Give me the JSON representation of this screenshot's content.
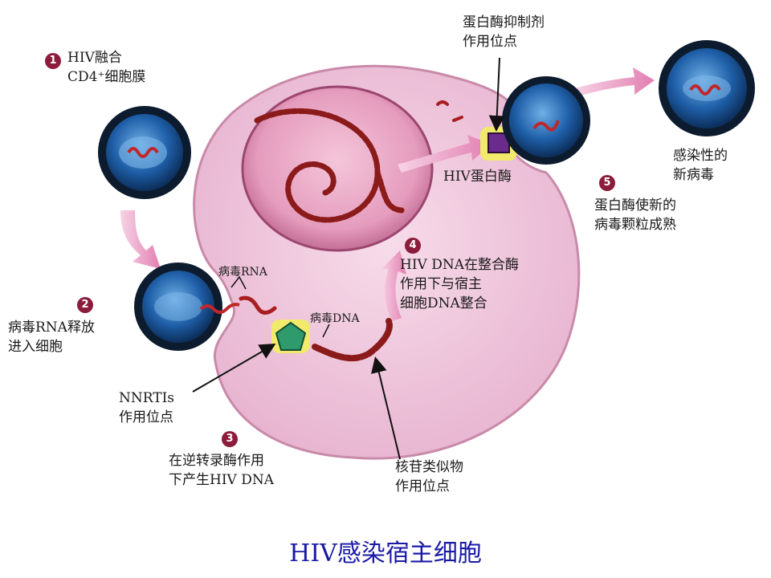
{
  "caption": "HIV感染宿主细胞",
  "steps": [
    {
      "num": "1",
      "text": "HIV融合\nCD4⁺细胞膜"
    },
    {
      "num": "2",
      "text": "病毒RNA释放\n进入细胞"
    },
    {
      "num": "3",
      "text": "在逆转录酶作用\n下产生HIV DNA"
    },
    {
      "num": "4",
      "text": "HIV DNA在整合酶\n作用下与宿主\n细胞DNA整合"
    },
    {
      "num": "5",
      "text": "蛋白酶使新的\n病毒颗粒成熟"
    }
  ],
  "labels": {
    "protease_inhibitor": "蛋白酶抑制剂\n作用位点",
    "hiv_protease": "HIV蛋白酶",
    "infectious_virus": "感染性的\n新病毒",
    "viral_rna": "病毒RNA",
    "viral_dna": "病毒DNA",
    "nnrti": "NNRTIs\n作用位点",
    "nucleoside": "核苷类似物\n作用位点"
  },
  "colors": {
    "cell": "#f2c9dd",
    "nucleus": "#d47aa3",
    "virus_core": "#1f5fa8",
    "step_badge": "#8c1b3c",
    "caption": "#1a1aa6",
    "arrow": "#e89ac0"
  }
}
